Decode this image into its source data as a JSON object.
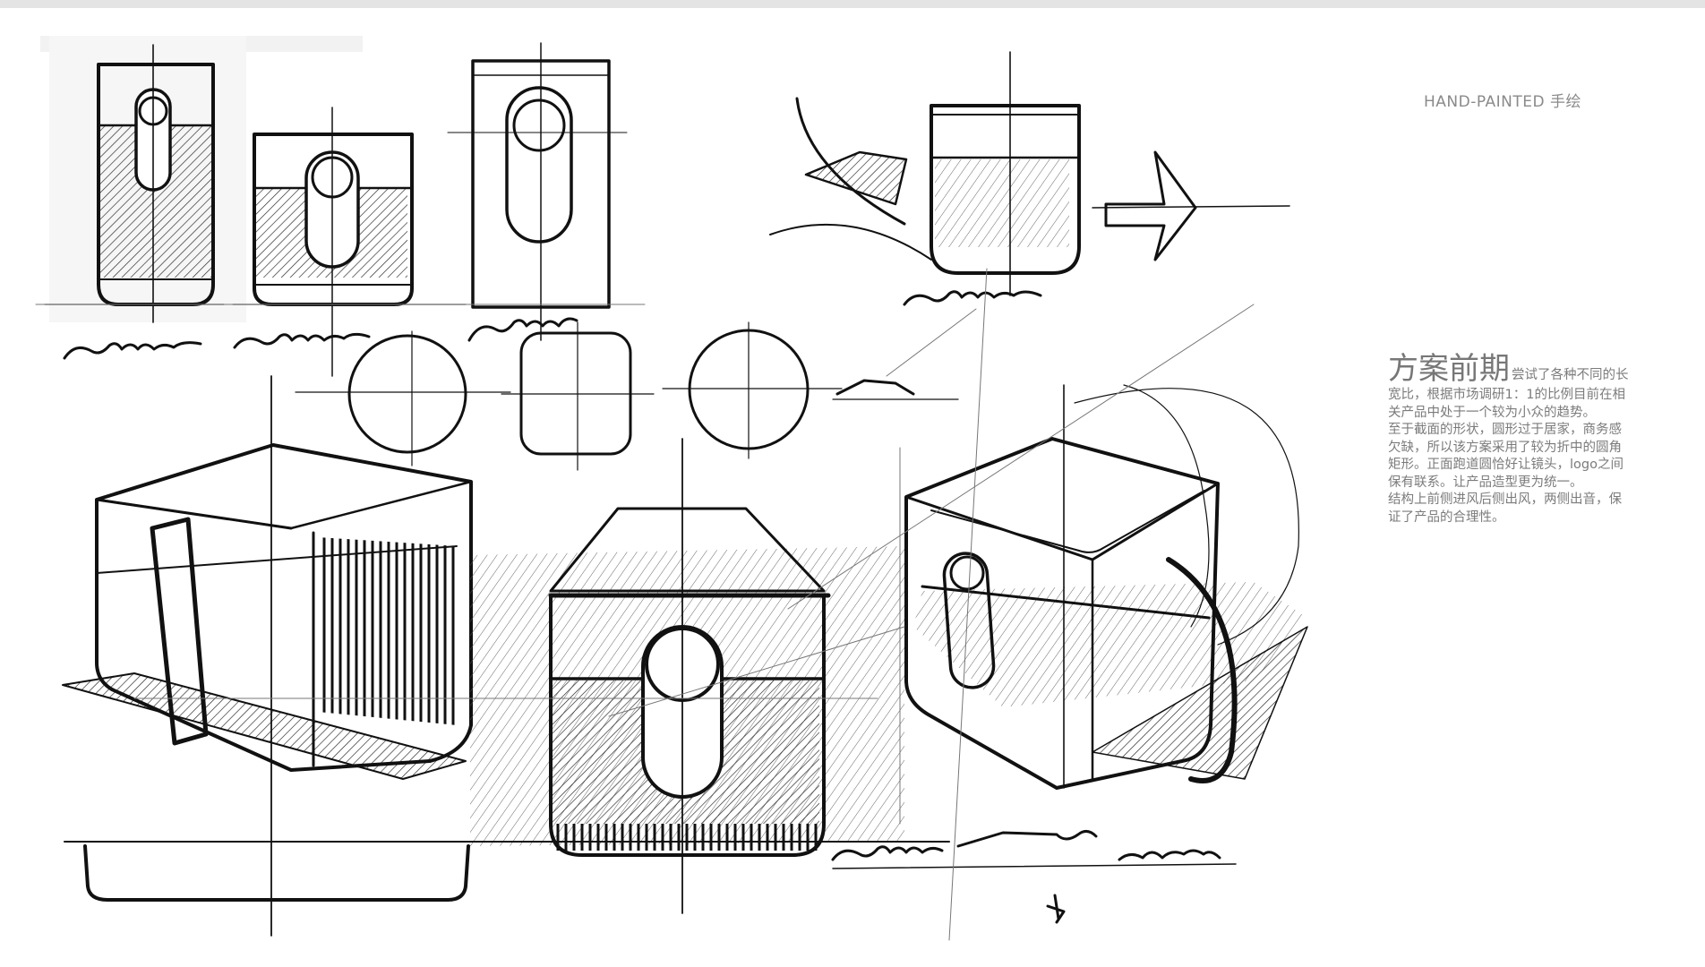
{
  "header": {
    "label_en": "HAND-PAINTED",
    "label_cn": "手绘"
  },
  "description": {
    "title": "方案前期",
    "lead": "尝试了各种不同的长宽比，根据市场调研1：1的比例目前在相关产品中处于一个较为小众的趋势。",
    "paragraph_2": "至于截面的形状，圆形过于居家，商务感欠缺，所以该方案采用了较为折中的圆角矩形。正面跑道圆恰好让镜头，logo之间保有联系。让产品造型更为统一。",
    "paragraph_3": "结构上前侧进风后侧出风，两侧出音，保证了产品的合理性。"
  },
  "colors": {
    "ink": "#111111",
    "label_grey": "#8a8a8a",
    "body_grey": "#7b7b7b",
    "shade_grey": "#d6d6d6"
  }
}
